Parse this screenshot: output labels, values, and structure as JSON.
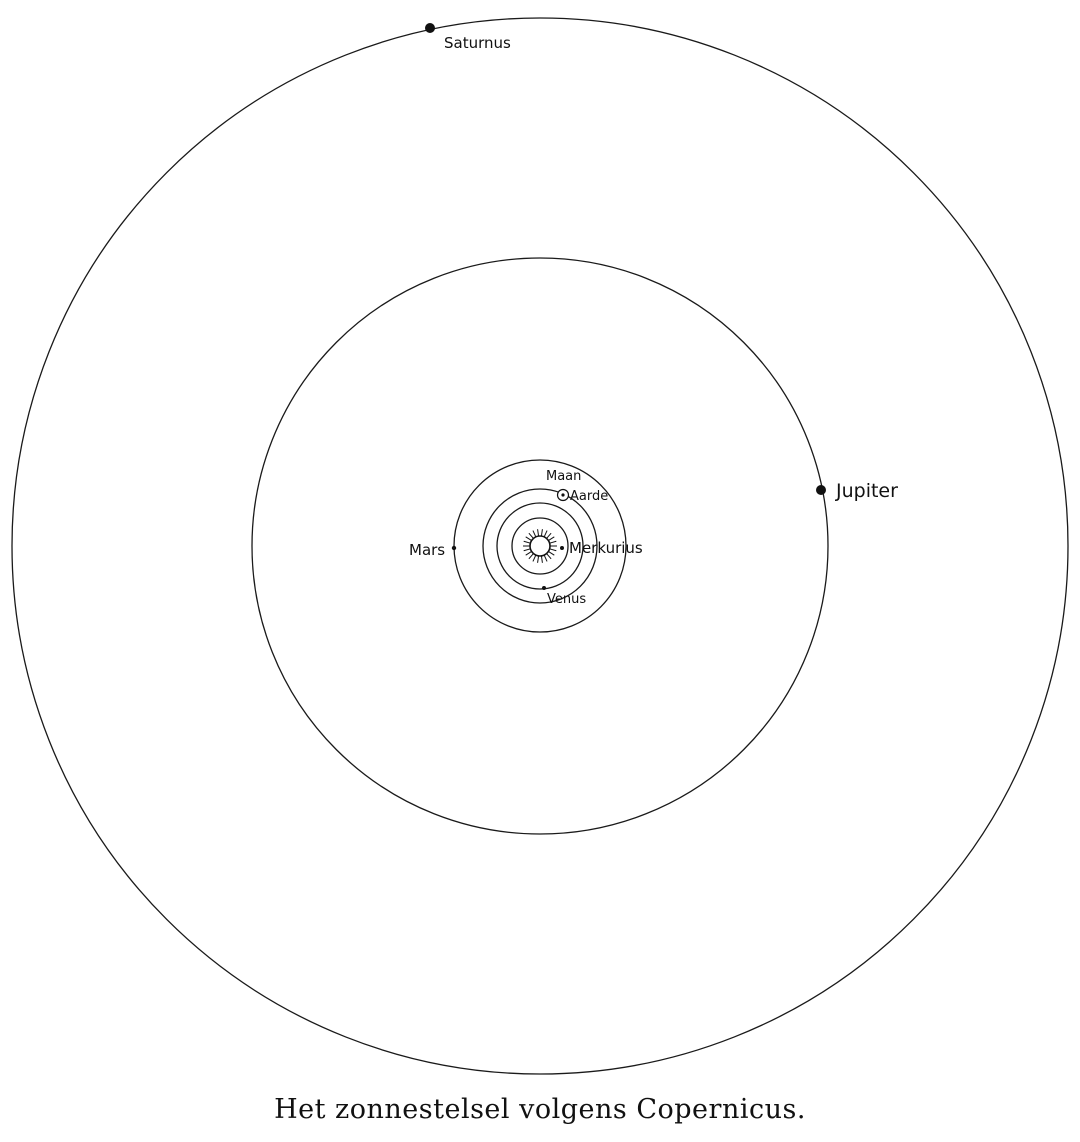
{
  "caption": "Het zonnestelsel volgens Copernicus.",
  "labels": {
    "saturn": "Saturnus",
    "jupiter": "Jupiter",
    "mars": "Mars",
    "moon": "Maan",
    "earth": "Aarde",
    "mercury": "Merkurius",
    "venus": "Venus"
  },
  "colors": {
    "ink": "#111111",
    "background": "#ffffff"
  }
}
